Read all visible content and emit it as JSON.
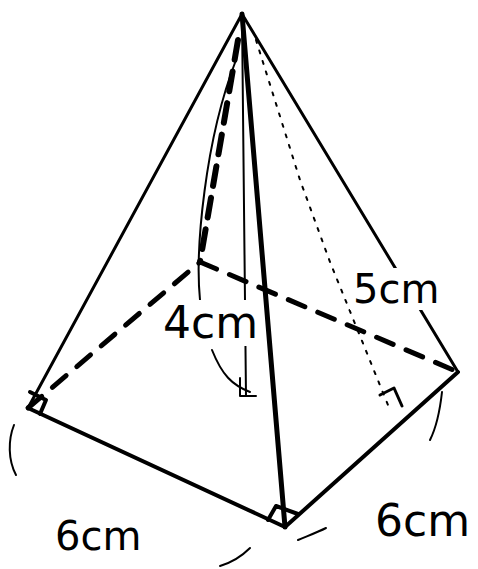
{
  "diagram": {
    "labels": [
      "4cm",
      "5cm",
      "6cm",
      "6cm"
    ]
  }
}
